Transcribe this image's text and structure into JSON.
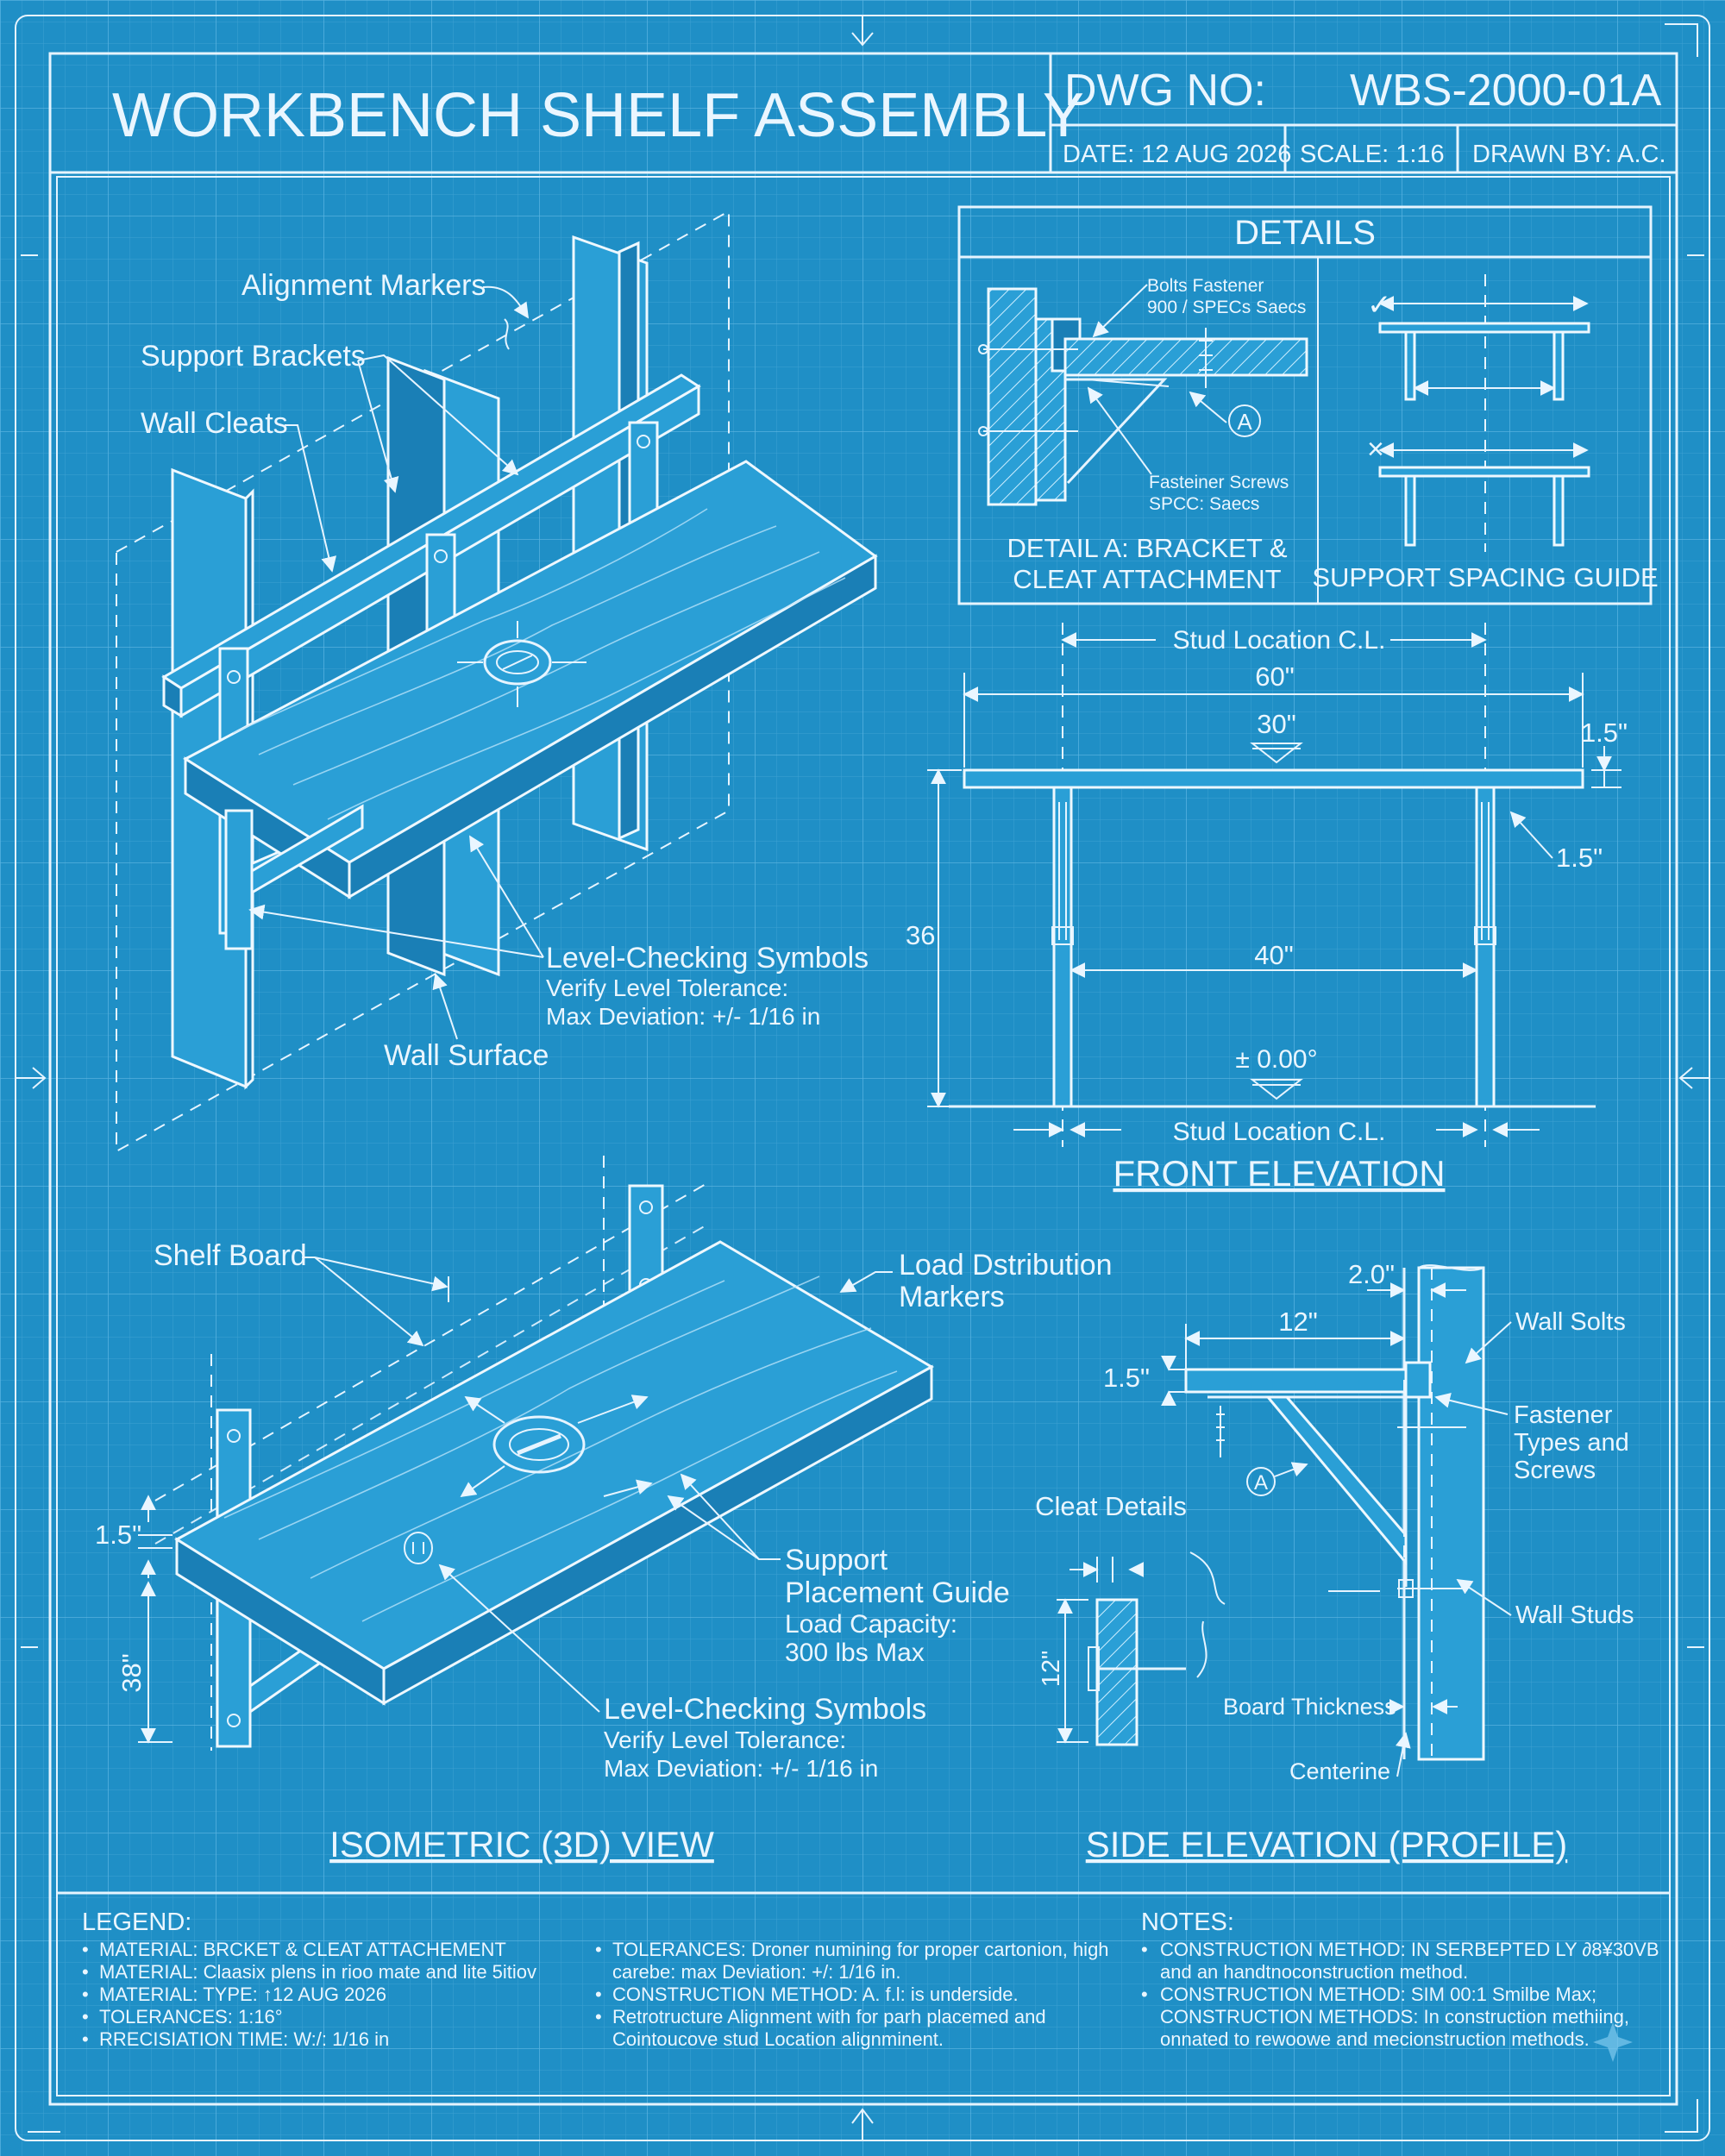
{
  "title_block": {
    "title": "WORKBENCH SHELF ASSEMBLY",
    "dwg_no_label": "DWG NO:",
    "dwg_no": "WBS-2000-01A",
    "date": "DATE: 12 AUG 2026",
    "scale": "SCALE: 1:16",
    "drawn_by": "DRAWN BY: A.C."
  },
  "details": {
    "header": "DETAILS",
    "bolts_note_1": "Bolts Fastener",
    "bolts_note_2": "900 / SPECs Saecs",
    "screws_note_1": "Fasteiner Screws",
    "screws_note_2": "SPCC: Saecs",
    "callout_a": "A",
    "detail_a_caption_1": "DETAIL A: BRACKET &",
    "detail_a_caption_2": "CLEAT ATTACHMENT",
    "spacing_caption": "SUPPORT SPACING GUIDE",
    "check_mark": "✓",
    "cross_mark": "×"
  },
  "iso_top": {
    "alignment_markers": "Alignment Markers",
    "support_brackets": "Support Brackets",
    "wall_cleats": "Wall Cleats",
    "level_symbols": "Level-Checking Symbols",
    "verify_tol": "Verify Level Tolerance:",
    "max_dev": "Max Deviation: +/- 1/16 in",
    "wall_surface": "Wall Surface"
  },
  "front_elevation": {
    "stud_cl_top": "Stud Location C.L.",
    "dim_60": "60\"",
    "dim_30": "30\"",
    "dim_15_top": "1.5\"",
    "dim_15_side": "1.5\"",
    "dim_36": "36",
    "dim_40": "40\"",
    "level_zero": "± 0.00°",
    "stud_cl_bottom": "Stud Location C.L.",
    "caption": "FRONT ELEVATION"
  },
  "iso_bottom": {
    "shelf_board": "Shelf Board",
    "load_dist_1": "Load Dstribution",
    "load_dist_2": "Markers",
    "dim_15": "1.5\"",
    "dim_38": "38\"",
    "support_guide_1": "Support",
    "support_guide_2": "Placement Guide",
    "load_cap_1": "Load Capacity:",
    "load_cap_2": "300 lbs Max",
    "level_symbols": "Level-Checking Symbols",
    "verify_tol": "Verify Level Tolerance:",
    "max_dev": "Max Deviation: +/- 1/16 in",
    "caption": "ISOMETRIC (3D) VIEW"
  },
  "side_elevation": {
    "dim_20": "2.0\"",
    "dim_12": "12\"",
    "dim_15": "1.5\"",
    "wall_solts": "Wall Solts",
    "fastener_1": "Fastener",
    "fastener_2": "Types and",
    "fastener_3": "Screws",
    "callout_a": "A",
    "cleat_details": "Cleat Details",
    "dim_12_vert": "12\"",
    "wall_studs": "Wall Studs",
    "board_thickness": "Board Thickness",
    "centerline": "Centerine",
    "caption": "SIDE ELEVATION (PROFILE)"
  },
  "legend": {
    "header": "LEGEND:",
    "items": [
      "MATERIAL: BRCKET & CLEAT ATTACHEMENT",
      "MATERIAL: Claasix plens in rioo mate and lite 5itiov",
      "MATERIAL: TYPE: ↑12 AUG 2026",
      "TOLERANCES: 1:16°",
      "RRECISIATION TIME: W:/: 1/16 in"
    ],
    "mid_items": [
      "TOLERANCES: Droner numining for proper cartonion, high",
      "carebe: max Deviation: +/: 1/16 in.",
      "CONSTRUCTION METHOD: A. f.l: is underside.",
      "Retrotructure Alignment with for parh placemed and",
      "Cointoucove stud Location alignminent."
    ]
  },
  "notes": {
    "header": "NOTES:",
    "items": [
      "CONSTRUCTION METHOD: IN SERBEPTED LY ∂8¥30VB",
      "and an handtnoconstruction method.",
      "CONSTRUCTION METHOD: SIM 00:1 Smilbe Max;",
      "CONSTRUCTION METHODS: In construction methiing,",
      "onnated to rewoowe and mecionstruction methods."
    ]
  },
  "colors": {
    "background": "#1f8fc6",
    "line": "#e6f4ff",
    "grid": "#5bb3df"
  }
}
